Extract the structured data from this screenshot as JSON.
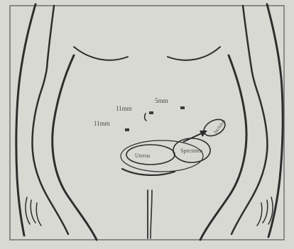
{
  "figure": {
    "port_labels": {
      "port_5mm": "5mm",
      "port_11mm_upper": "11mm",
      "port_11mm_left": "11mm"
    },
    "organ_labels": {
      "uterus": "Uterus",
      "specimen": "Specimen",
      "incision": "Incision"
    }
  }
}
